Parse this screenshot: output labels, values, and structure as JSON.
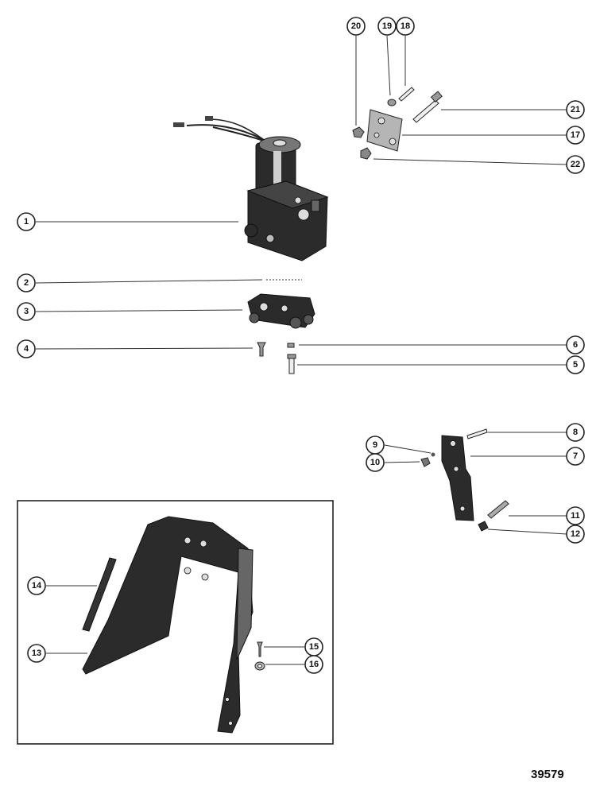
{
  "callouts": {
    "c1": "1",
    "c2": "2",
    "c3": "3",
    "c4": "4",
    "c5": "5",
    "c6": "6",
    "c7": "7",
    "c8": "8",
    "c9": "9",
    "c10": "10",
    "c11": "11",
    "c12": "12",
    "c13": "13",
    "c14": "14",
    "c15": "15",
    "c16": "16",
    "c17": "17",
    "c18": "18",
    "c19": "19",
    "c20": "20",
    "c21": "21",
    "c22": "22"
  },
  "figure_number": "39579"
}
